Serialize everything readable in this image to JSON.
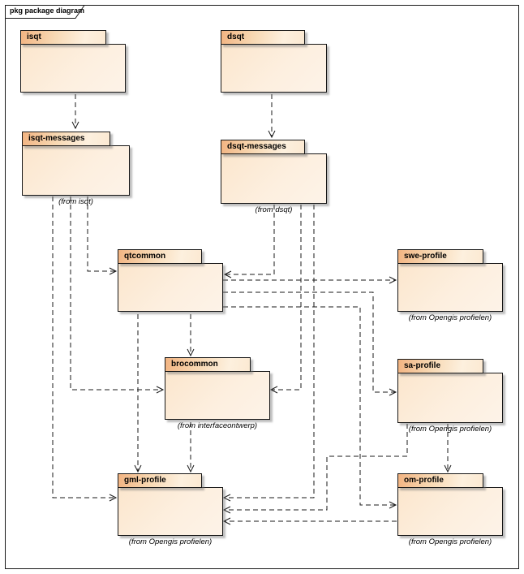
{
  "frame": {
    "title": "pkg package diagram"
  },
  "packages": {
    "isqt": {
      "name": "isqt"
    },
    "dsqt": {
      "name": "dsqt"
    },
    "isqt_messages": {
      "name": "isqt-messages",
      "from": "(from isqt)"
    },
    "dsqt_messages": {
      "name": "dsqt-messages",
      "from": "(from dsqt)"
    },
    "qtcommon": {
      "name": "qtcommon"
    },
    "swe_profile": {
      "name": "swe-profile",
      "from": "(from Opengis profielen)"
    },
    "brocommon": {
      "name": "brocommon",
      "from": "(from interfaceontwerp)"
    },
    "sa_profile": {
      "name": "sa-profile",
      "from": "(from Opengis profielen)"
    },
    "gml_profile": {
      "name": "gml-profile",
      "from": "(from Opengis profielen)"
    },
    "om_profile": {
      "name": "om-profile",
      "from": "(from Opengis profielen)"
    }
  },
  "connections": [
    {
      "from": "isqt",
      "to": "isqt-messages",
      "type": "dependency"
    },
    {
      "from": "dsqt",
      "to": "dsqt-messages",
      "type": "dependency"
    },
    {
      "from": "isqt-messages",
      "to": "qtcommon",
      "type": "dependency"
    },
    {
      "from": "isqt-messages",
      "to": "brocommon",
      "type": "dependency"
    },
    {
      "from": "isqt-messages",
      "to": "gml-profile",
      "type": "dependency"
    },
    {
      "from": "dsqt-messages",
      "to": "qtcommon",
      "type": "dependency"
    },
    {
      "from": "dsqt-messages",
      "to": "brocommon",
      "type": "dependency"
    },
    {
      "from": "dsqt-messages",
      "to": "gml-profile",
      "type": "dependency"
    },
    {
      "from": "qtcommon",
      "to": "swe-profile",
      "type": "dependency"
    },
    {
      "from": "qtcommon",
      "to": "sa-profile",
      "type": "dependency"
    },
    {
      "from": "qtcommon",
      "to": "om-profile",
      "type": "dependency"
    },
    {
      "from": "qtcommon",
      "to": "brocommon",
      "type": "dependency"
    },
    {
      "from": "qtcommon",
      "to": "gml-profile",
      "type": "dependency"
    },
    {
      "from": "brocommon",
      "to": "gml-profile",
      "type": "dependency"
    },
    {
      "from": "sa-profile",
      "to": "gml-profile",
      "type": "dependency"
    },
    {
      "from": "sa-profile",
      "to": "om-profile",
      "type": "dependency"
    },
    {
      "from": "om-profile",
      "to": "gml-profile",
      "type": "dependency"
    }
  ],
  "colors": {
    "package_fill": "#fdeedd",
    "package_tab_accent": "#f2b482",
    "border": "#161616",
    "shadow": "#6e6e6e",
    "background": "#ffffff"
  }
}
